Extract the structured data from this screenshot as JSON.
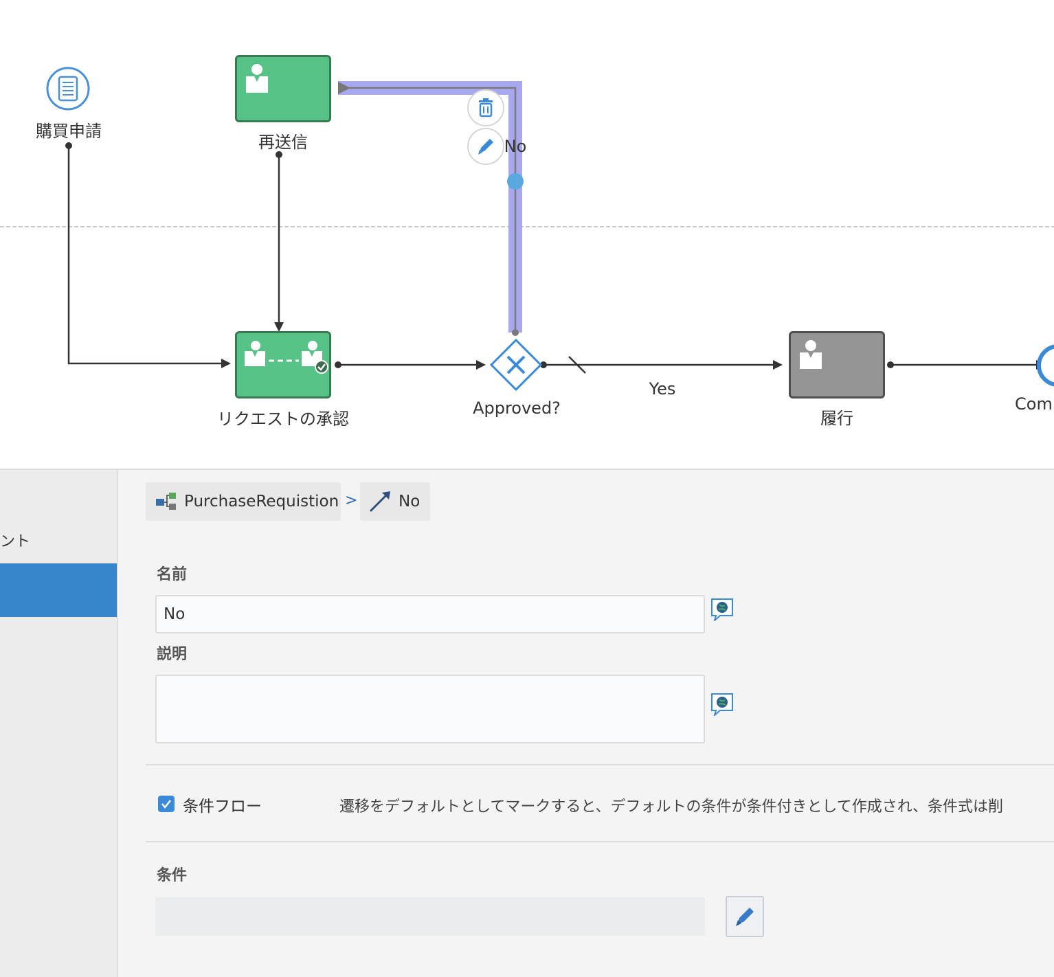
{
  "diagram": {
    "nodes": {
      "start_label": "購買申請",
      "resubmit_label": "再送信",
      "approval_label": "リクエストの承認",
      "gateway_label": "Approved?",
      "fulfill_label": "履行",
      "end_label": "Comp"
    },
    "flows": {
      "no_label": "No",
      "yes_label": "Yes"
    },
    "selected_flow_color": "#a8a8f0",
    "task_green": "#57c285",
    "task_gray": "#959595"
  },
  "left_rail": {
    "partial_text": "ント"
  },
  "breadcrumb": {
    "process_label": "PurchaseRequistion",
    "separator": ">",
    "flow_label": "No"
  },
  "form": {
    "name_label": "名前",
    "name_value": "No",
    "description_label": "説明",
    "description_value": "",
    "conditional_flow_label": "条件フロー",
    "conditional_flow_checked": true,
    "conditional_flow_help": "遷移をデフォルトとしてマークすると、デフォルトの条件が条件付きとして作成され、条件式は削",
    "condition_label": "条件",
    "condition_value": ""
  }
}
